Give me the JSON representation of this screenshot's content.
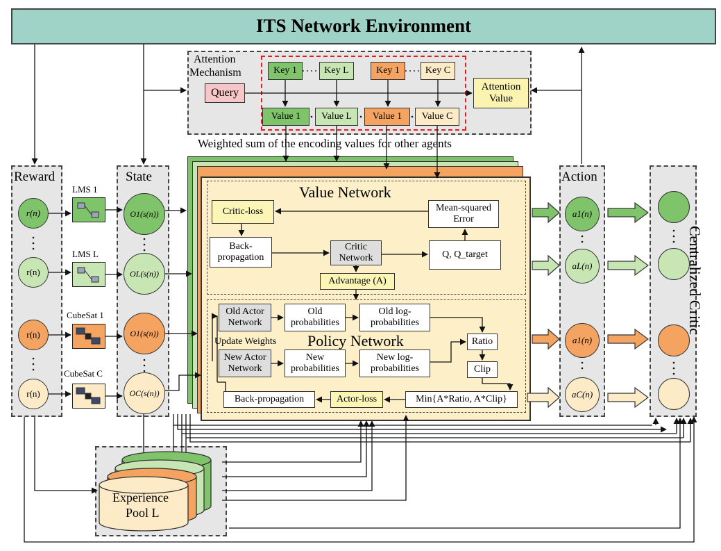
{
  "title": "ITS Network Environment",
  "attention": {
    "label_line1": "Attention",
    "label_line2": "Mechanism",
    "query": "Query",
    "keys": [
      "Key 1",
      "Key L",
      "Key 1",
      "Key C"
    ],
    "values": [
      "Value 1",
      "Value L",
      "Value 1",
      "Value C"
    ],
    "output_line1": "Attention",
    "output_line2": "Value",
    "caption": "Weighted sum of the encoding values for other agents"
  },
  "reward": {
    "label": "Reward",
    "items": [
      "r(n)",
      "r(n)",
      "r(n)",
      "r(n)"
    ]
  },
  "agents": [
    "LMS 1",
    "LMS L",
    "CubeSat 1",
    "CubeSat C"
  ],
  "state": {
    "label": "State",
    "items": [
      "O1(s(n))",
      "OL(s(n))",
      "O1(s(n))",
      "OC(s(n))"
    ]
  },
  "value_network": {
    "title": "Value Network",
    "critic_loss": "Critic-loss",
    "mse_line1": "Mean-squared",
    "mse_line2": "Error",
    "backprop_line1": "Back-",
    "backprop_line2": "propagation",
    "critic_line1": "Critic",
    "critic_line2": "Network",
    "q": "Q, Q_target",
    "advantage": "Advantage (A)"
  },
  "policy_network": {
    "title": "Policy Network",
    "old_actor_line1": "Old Actor",
    "old_actor_line2": "Network",
    "old_prob_line1": "Old",
    "old_prob_line2": "probabilities",
    "old_logprob_line1": "Old log-",
    "old_logprob_line2": "probabilities",
    "update_weights": "Update Weights",
    "new_actor_line1": "New Actor",
    "new_actor_line2": "Network",
    "new_prob_line1": "New",
    "new_prob_line2": "probabilities",
    "new_logprob_line1": "New log-",
    "new_logprob_line2": "probabilities",
    "ratio": "Ratio",
    "clip": "Clip",
    "min": "Min{A*Ratio, A*Clip}",
    "actor_loss": "Actor-loss",
    "backprop": "Back-propagation"
  },
  "action": {
    "label": "Action",
    "items": [
      "a1(n)",
      "aL(n)",
      "a1(n)",
      "aC(n)"
    ]
  },
  "critic_label": "Centralized Critic",
  "experience_line1": "Experience",
  "experience_line2": "Pool L",
  "colors": {
    "env": "#9fd3c7",
    "green_dark": "#7fc36a",
    "green_light": "#c8e6b3",
    "orange": "#f4a460",
    "cream": "#fdebc8",
    "panel": "#fdf0c8",
    "gray": "#e3e3e3",
    "red_dash": "#e02020"
  }
}
